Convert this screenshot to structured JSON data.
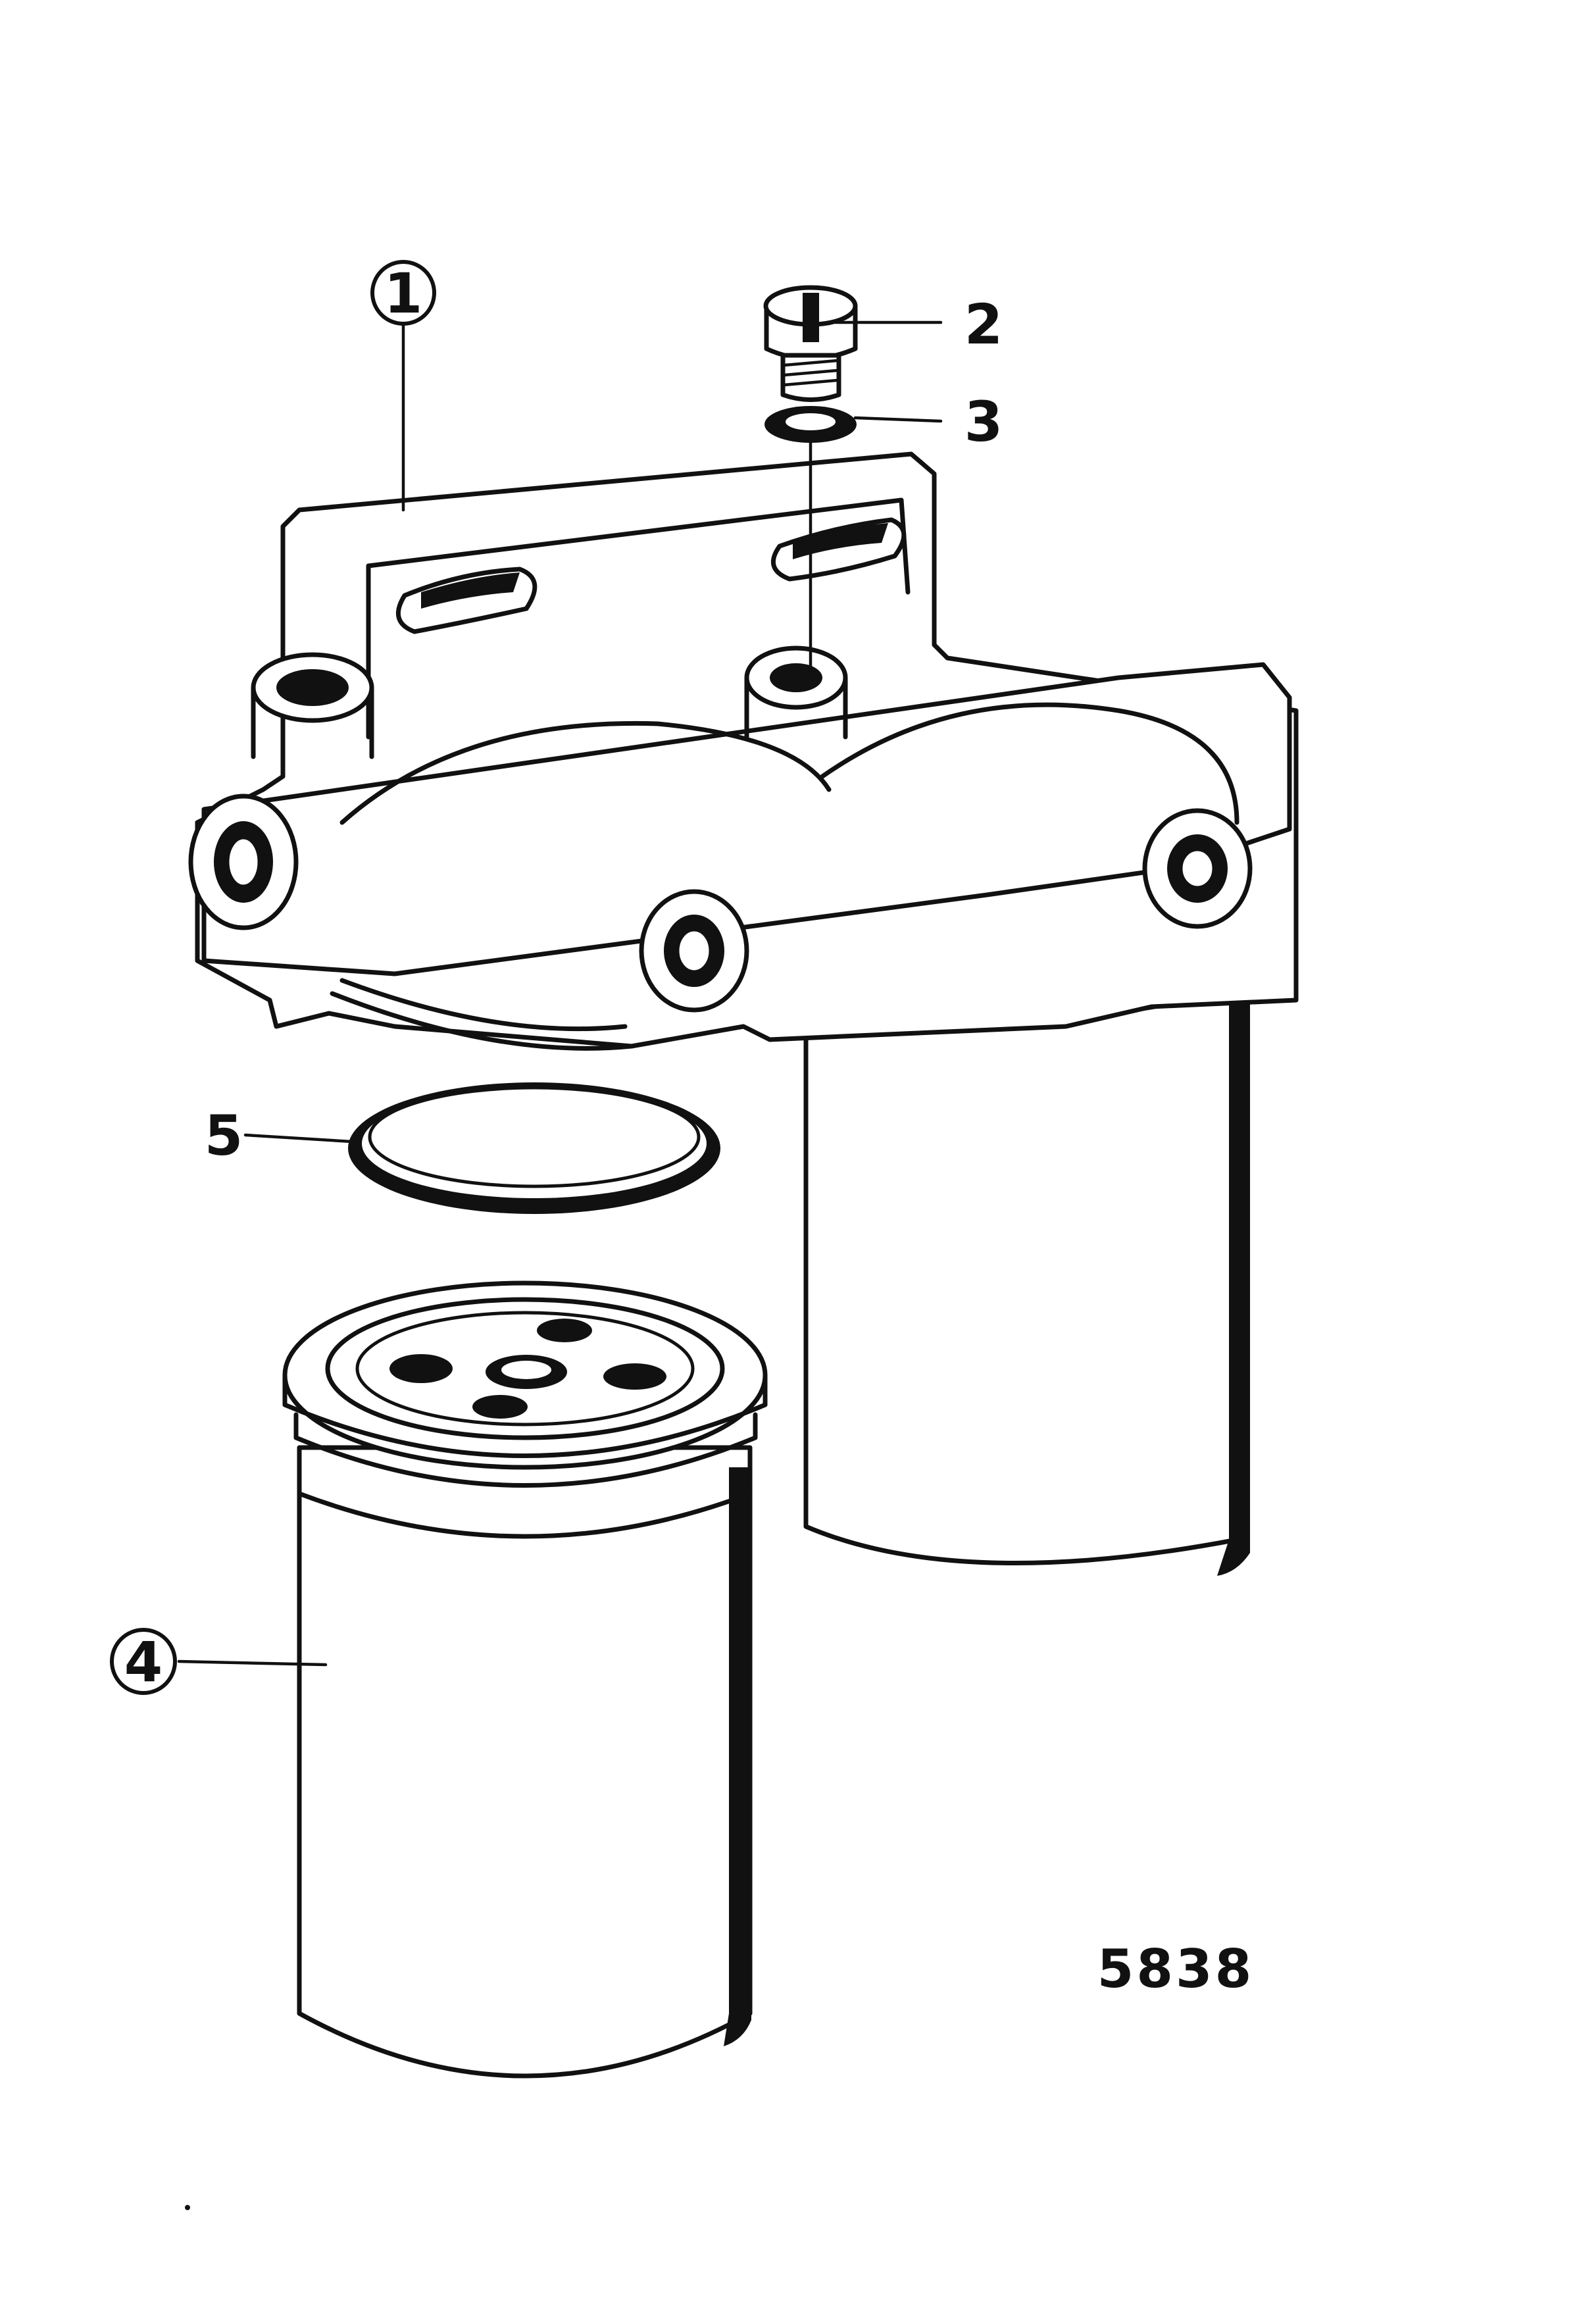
{
  "figure_number": "5838",
  "callouts": [
    {
      "id": "1",
      "label": "1",
      "circled": true
    },
    {
      "id": "2",
      "label": "2",
      "circled": false
    },
    {
      "id": "3",
      "label": "3",
      "circled": false
    },
    {
      "id": "4",
      "label": "4",
      "circled": true
    },
    {
      "id": "5",
      "label": "5",
      "circled": false
    }
  ],
  "colors": {
    "ink": "#111111",
    "paper": "#ffffff"
  }
}
